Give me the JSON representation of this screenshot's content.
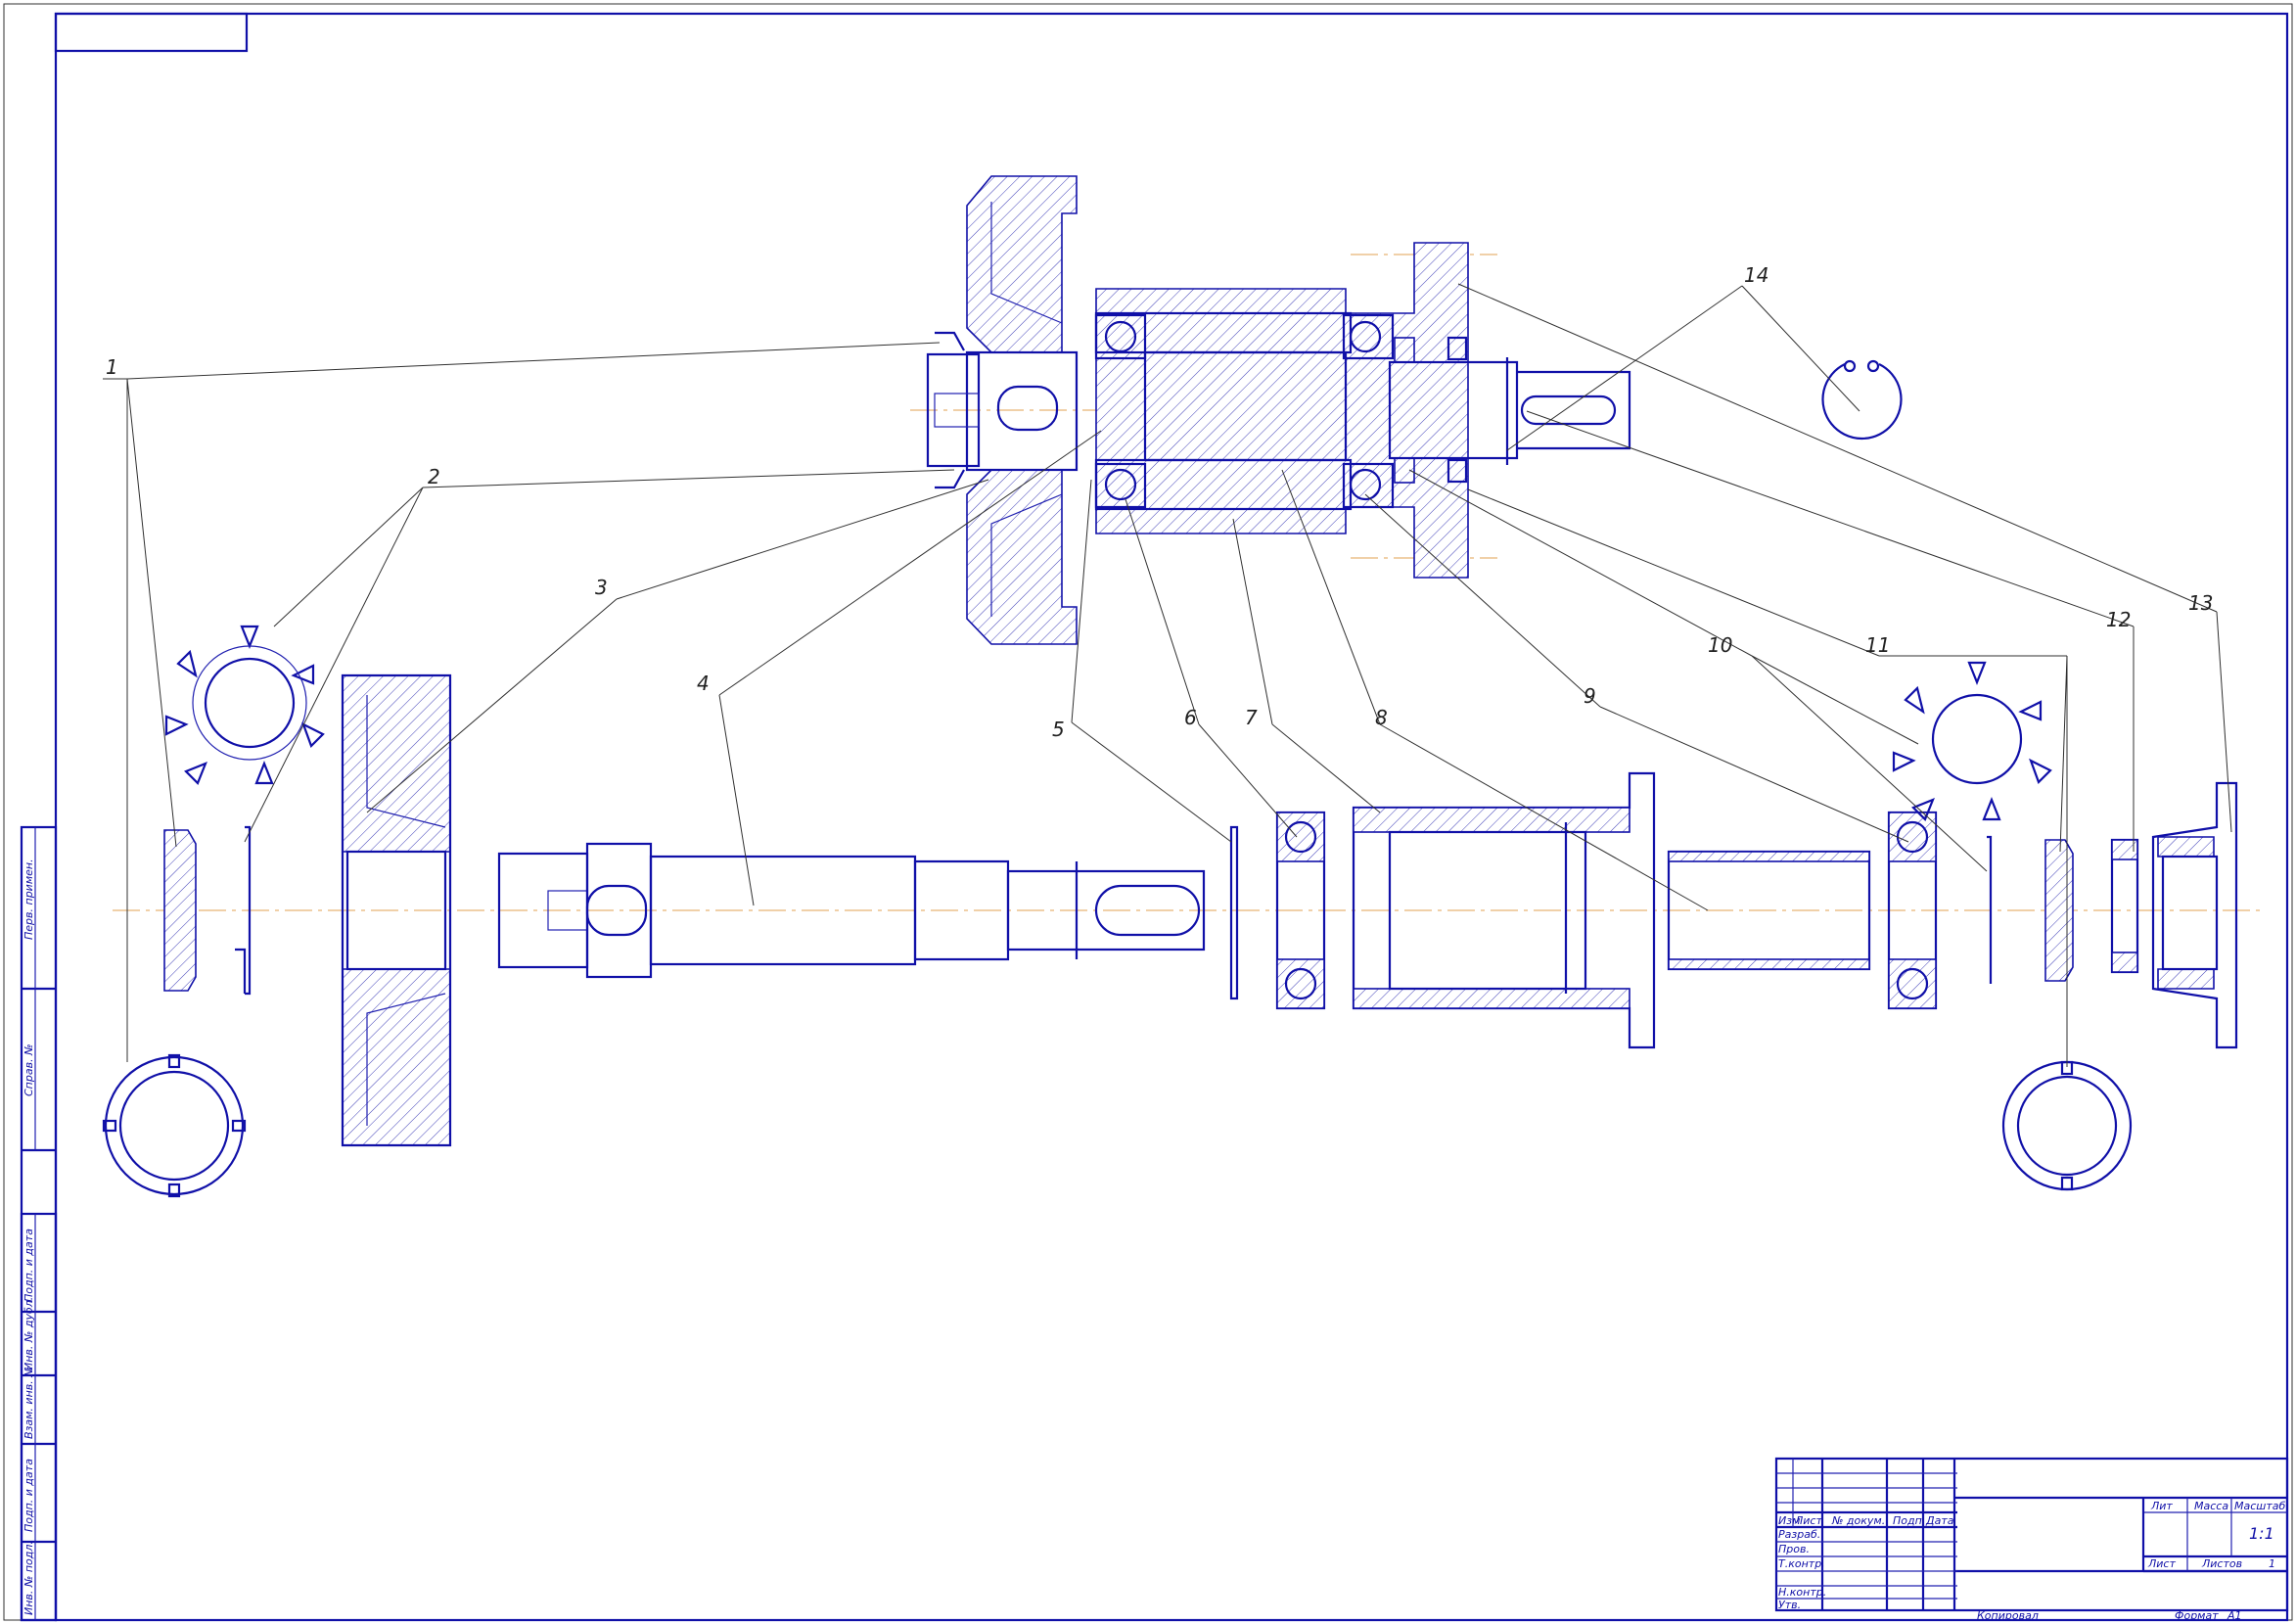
{
  "positions": [
    {
      "num": "1"
    },
    {
      "num": "2"
    },
    {
      "num": "3"
    },
    {
      "num": "4"
    },
    {
      "num": "5"
    },
    {
      "num": "6"
    },
    {
      "num": "7"
    },
    {
      "num": "8"
    },
    {
      "num": "9"
    },
    {
      "num": "10"
    },
    {
      "num": "11"
    },
    {
      "num": "12"
    },
    {
      "num": "13"
    },
    {
      "num": "14"
    }
  ],
  "title_block": {
    "header": {
      "izm": "Изм",
      "list": "Лист",
      "doc": "№ докум.",
      "podp": "Подп",
      "data": "Дата"
    },
    "roles": [
      "Разраб.",
      "Пров.",
      "Т.контр.",
      "Н.контр.",
      "Утв."
    ],
    "lit": "Лит",
    "massa": "Масса",
    "masshtab": "Масштаб",
    "scale_value": "1:1",
    "sheet": "Лист",
    "sheets": "Листов",
    "sheets_value": "1",
    "copied": "Копировал",
    "format": "Формат",
    "format_value": "A1"
  },
  "side_strip": [
    "Перв. примен.",
    "Справ. №",
    "Подп. и дата",
    "Инв. № дубл.",
    "Взам. инв. №",
    "Подп. и дата",
    "Инв. № подл."
  ]
}
